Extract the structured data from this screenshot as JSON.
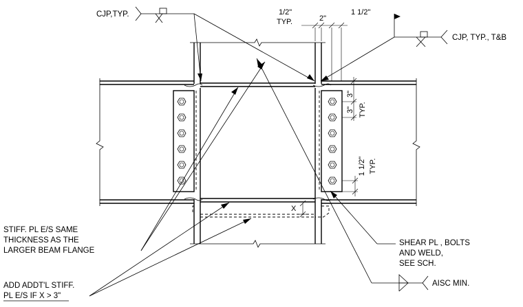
{
  "callouts": {
    "cjp_typ": "CJP,TYP.",
    "cjp_typ_tb": "CJP, TYP., T&B",
    "stiff_pl": [
      "STIFF. PL E/S SAME",
      "THICKNESS AS THE",
      "LARGER BEAM FLANGE"
    ],
    "add_stiff": [
      "ADD ADDT'L STIFF.",
      "PL E/S IF X > 3\""
    ],
    "shear_pl": [
      "SHEAR PL , BOLTS",
      "AND WELD,",
      "SEE SCH."
    ],
    "aisc_min": "AISC MIN."
  },
  "dimensions": {
    "half_inch": "1/2\"",
    "typ": "TYP.",
    "two_inch": "2\"",
    "one_half_inch": "1 1/2\"",
    "three_inch_a": "3\"",
    "three_inch_b": "3\"",
    "typ_right": "TYP.",
    "one_half_inch_lower": "1 1/2\"",
    "typ_lower": "TYP.",
    "x": "X"
  }
}
